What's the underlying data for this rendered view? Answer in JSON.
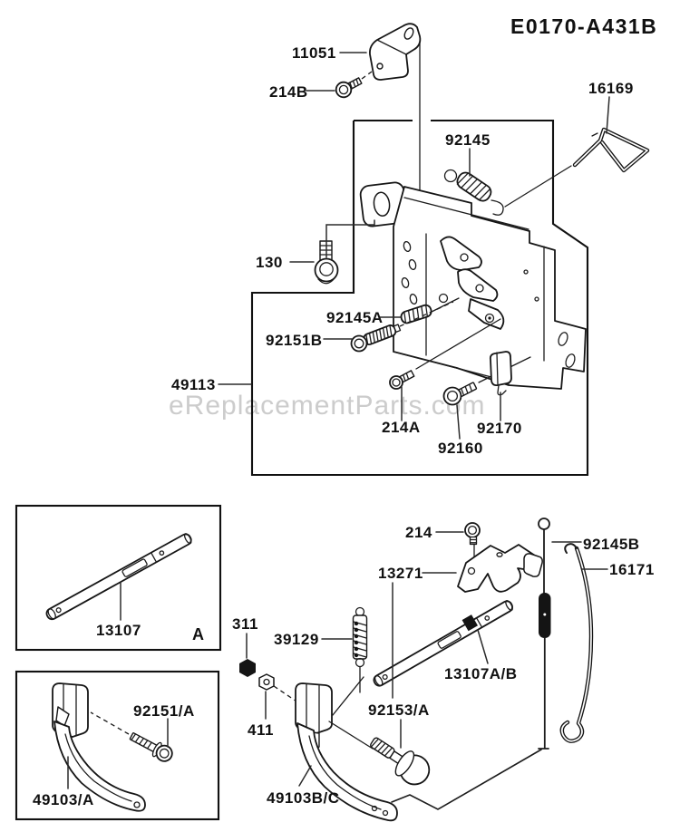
{
  "diagram": {
    "id_code": "E0170-A431B",
    "watermark": "eReplacementParts.com",
    "inset_marker": "A",
    "callouts": {
      "c11051": "11051",
      "c214B": "214B",
      "c16169": "16169",
      "c92145": "92145",
      "c130": "130",
      "c92145A": "92145A",
      "c92151B": "92151B",
      "c49113": "49113",
      "c214A": "214A",
      "c92160": "92160",
      "c92170": "92170",
      "c214": "214",
      "c92145B": "92145B",
      "c13271": "13271",
      "c16171": "16171",
      "c311": "311",
      "c39129": "39129",
      "c13107": "13107",
      "c13107AB": "13107A/B",
      "c92151A": "92151/A",
      "c411": "411",
      "c92153A": "92153/A",
      "c49103A": "49103/A",
      "c49103BC": "49103B/C"
    },
    "colors": {
      "line": "#161616",
      "leader": "#2b2b2b",
      "watermark": "#cccccc",
      "background": "#ffffff"
    }
  }
}
